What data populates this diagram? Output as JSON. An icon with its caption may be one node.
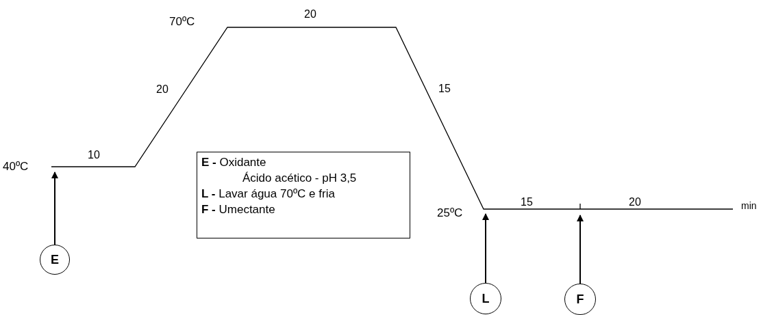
{
  "diagram": {
    "nodes": [
      {
        "text": [
          "**E -** Oxidante",
          "Ácido acético - pH 3,5",
          "**L -** Lavar água 70ºC e fria",
          "**F -** Umectante"
        ]
      },
      {
        "text": [
          "E"
        ]
      },
      {
        "text": [
          "L"
        ]
      },
      {
        "text": [
          "F"
        ]
      }
    ],
    "edges": [
      {
        "from": 1,
        "to": null,
        "arrow": "to"
      },
      {
        "from": 2,
        "to": null,
        "arrow": "to"
      },
      {
        "from": 3,
        "to": null,
        "arrow": "to"
      }
    ],
    "labels": [
      "70ºC",
      "20",
      "20",
      "15",
      "40ºC",
      "10",
      "25ºC",
      "15",
      "20",
      "min"
    ]
  }
}
